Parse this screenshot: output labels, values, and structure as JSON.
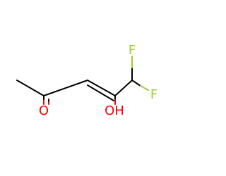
{
  "molecule": {
    "atoms": {
      "carbonyl_oxygen": "O",
      "hydroxyl": "OH",
      "fluorine_upper": "F",
      "fluorine_lower": "F"
    },
    "colors": {
      "bond": "#000000",
      "oxygen": "#ff0000",
      "fluorine": "#9acd32"
    }
  }
}
